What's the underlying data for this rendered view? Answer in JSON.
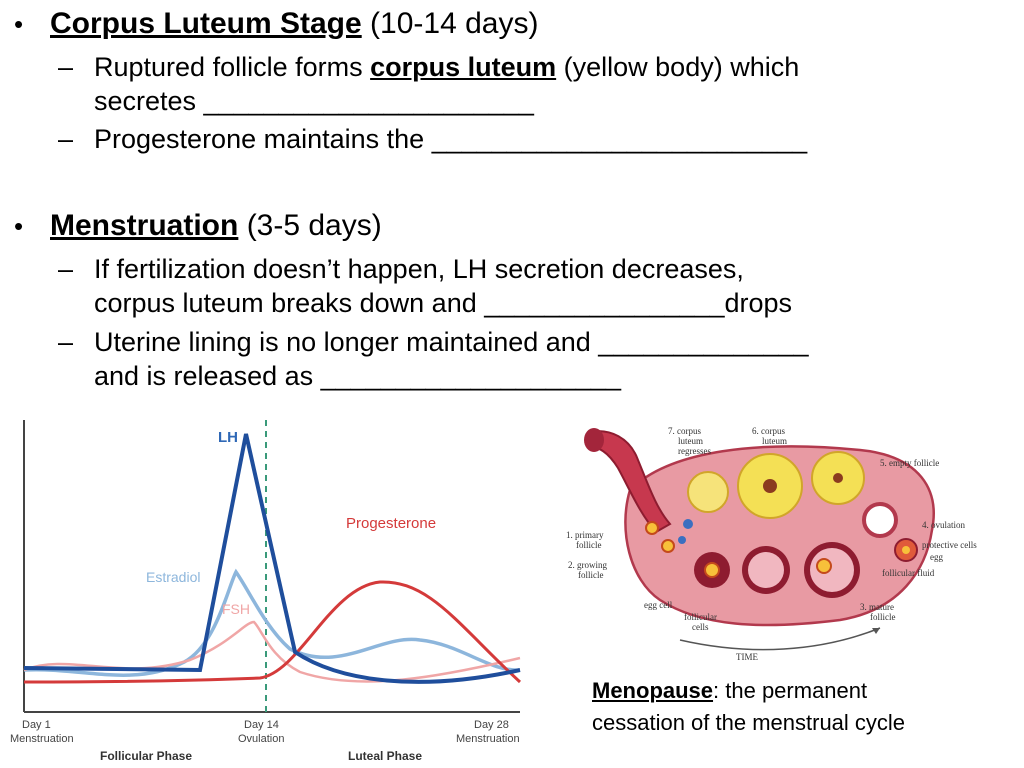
{
  "section1": {
    "title": "Corpus Luteum Stage",
    "duration": "(10-14 days)",
    "items": [
      {
        "before": "Ruptured follicle forms ",
        "bold": "corpus luteum",
        "after": " (yellow body) which",
        "line2": "secretes ______________________"
      },
      {
        "text": "Progesterone maintains the _________________________"
      }
    ]
  },
  "section2": {
    "title": "Menstruation",
    "duration": "(3-5 days)",
    "items": [
      {
        "line1": "If fertilization doesn’t happen, LH secretion decreases,",
        "line2": "corpus luteum breaks down and ________________drops"
      },
      {
        "line1": "Uterine lining is no longer maintained and ______________",
        "line2": "and is released as ____________________"
      }
    ]
  },
  "chart": {
    "labels": {
      "lh": "LH",
      "estradiol": "Estradiol",
      "fsh": "FSH",
      "progesterone": "Progesterone"
    },
    "x_ticks": [
      {
        "day": "Day 1",
        "sub": "Menstruation"
      },
      {
        "day": "Day 14",
        "sub": "Ovulation"
      },
      {
        "day": "Day 28",
        "sub": "Menstruation"
      }
    ],
    "phases": {
      "follicular": "Follicular Phase",
      "luteal": "Luteal Phase"
    },
    "colors": {
      "lh": "#1f4e9c",
      "estradiol": "#8db6dc",
      "fsh": "#f0a6a6",
      "progesterone": "#d43a3a"
    }
  },
  "ovary": {
    "labels": {
      "l7a": "7. corpus",
      "l7b": "luteum",
      "l7c": "regresses",
      "l6a": "6. corpus",
      "l6b": "luteum",
      "l5": "5. empty follicle",
      "l4": "4. ovulation",
      "protective": "protective cells",
      "egg": "egg",
      "fluid": "follicular fluid",
      "l3a": "3. mature",
      "l3b": "follicle",
      "l1a": "1. primary",
      "l1b": "follicle",
      "l2a": "2. growing",
      "l2b": "follicle",
      "eggcell": "egg cell",
      "fcells1": "follicular",
      "fcells2": "cells",
      "time": "TIME"
    }
  },
  "menopause": {
    "term": "Menopause",
    "rest1": ": the permanent",
    "rest2": "cessation of the menstrual cycle"
  }
}
